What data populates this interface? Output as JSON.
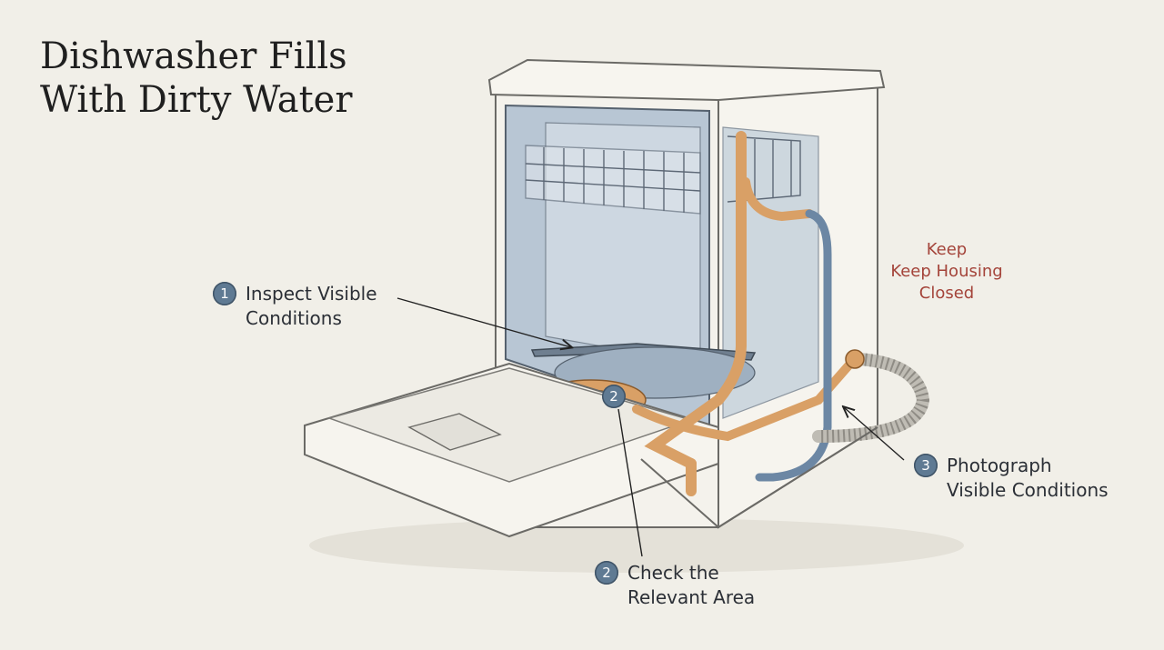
{
  "title": {
    "line1": "Dishwasher Fills",
    "line2": "With Dirty Water"
  },
  "callouts": [
    {
      "number": "1",
      "line1": "Inspect Visible",
      "line2": "Conditions"
    },
    {
      "number": "2",
      "line1": "Check the",
      "line2": "Relevant Area"
    },
    {
      "number": "3",
      "line1": "Photograph",
      "line2": "Visible Conditions"
    }
  ],
  "marker_on_filter": "2",
  "warning": {
    "line1": "Keep",
    "line2": "Keep Housing",
    "line3": "Closed"
  },
  "colors": {
    "background": "#f1efe8",
    "badge": "#5f7a93",
    "hose": "#d9a066",
    "tub": "#b8c6d4",
    "warning": "#a4443a"
  }
}
